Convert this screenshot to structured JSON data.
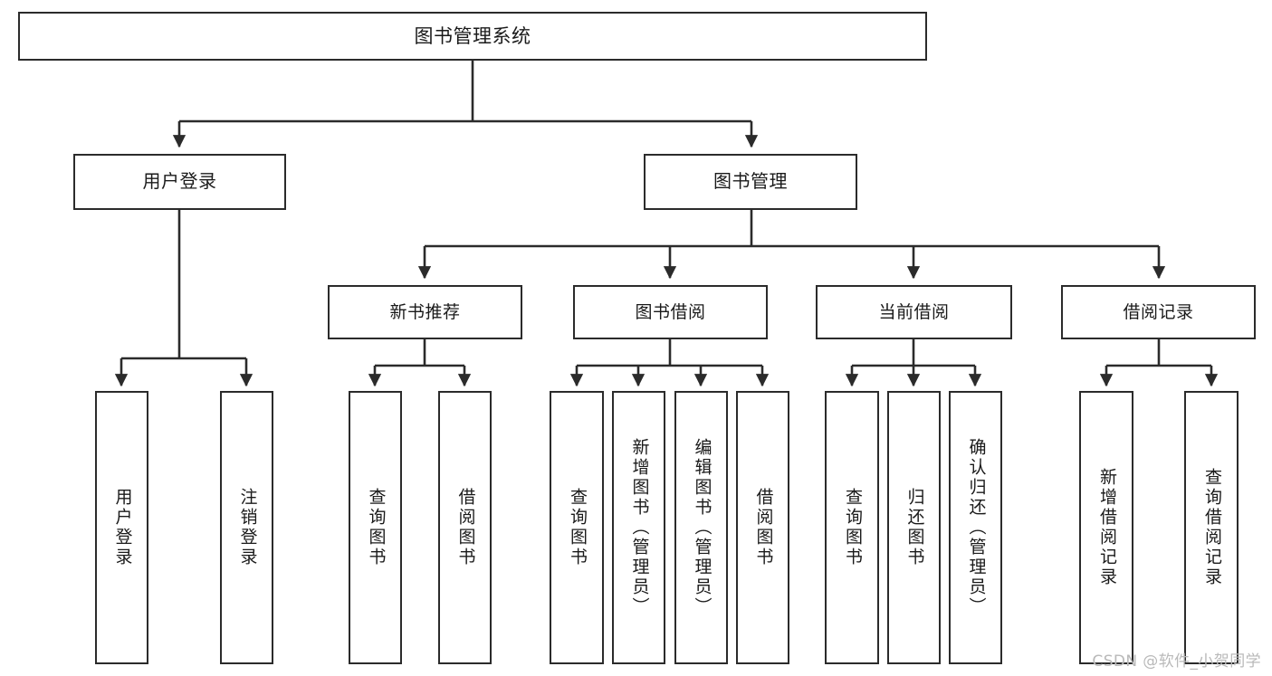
{
  "diagram": {
    "title": "图书管理系统",
    "type": "tree-hierarchy",
    "watermark": "CSDN @软件_小贺同学",
    "colors": {
      "background": "#ffffff",
      "box_border": "#2b2b2b",
      "box_fill": "#ffffff",
      "edge": "#2b2b2b",
      "text": "#1a1a1a",
      "watermark": "#b9b9b9"
    },
    "root": {
      "id": "root",
      "label": "图书管理系统"
    },
    "level2": [
      {
        "id": "user-login",
        "label": "用户登录"
      },
      {
        "id": "book-manage",
        "label": "图书管理"
      }
    ],
    "level3": [
      {
        "id": "new-book-recommend",
        "label": "新书推荐",
        "parent": "book-manage"
      },
      {
        "id": "book-borrow",
        "label": "图书借阅",
        "parent": "book-manage"
      },
      {
        "id": "current-borrow",
        "label": "当前借阅",
        "parent": "book-manage"
      },
      {
        "id": "borrow-record",
        "label": "借阅记录",
        "parent": "book-manage"
      }
    ],
    "leaves": [
      {
        "id": "leaf-user-login",
        "label": "用户登录",
        "parent": "user-login"
      },
      {
        "id": "leaf-user-logout",
        "label": "注销登录",
        "parent": "user-login"
      },
      {
        "id": "leaf-query-book-1",
        "label": "查询图书",
        "parent": "new-book-recommend"
      },
      {
        "id": "leaf-borrow-book-1",
        "label": "借阅图书",
        "parent": "new-book-recommend"
      },
      {
        "id": "leaf-query-book-2",
        "label": "查询图书",
        "parent": "book-borrow"
      },
      {
        "id": "leaf-add-book",
        "label": "新增图书（管理员）",
        "parent": "book-borrow"
      },
      {
        "id": "leaf-edit-book",
        "label": "编辑图书（管理员）",
        "parent": "book-borrow"
      },
      {
        "id": "leaf-borrow-book-2",
        "label": "借阅图书",
        "parent": "book-borrow"
      },
      {
        "id": "leaf-query-book-3",
        "label": "查询图书",
        "parent": "current-borrow"
      },
      {
        "id": "leaf-return-book",
        "label": "归还图书",
        "parent": "current-borrow"
      },
      {
        "id": "leaf-confirm-return",
        "label": "确认归还（管理员）",
        "parent": "current-borrow"
      },
      {
        "id": "leaf-add-record",
        "label": "新增借阅记录",
        "parent": "borrow-record"
      },
      {
        "id": "leaf-query-record",
        "label": "查询借阅记录",
        "parent": "borrow-record"
      }
    ]
  }
}
